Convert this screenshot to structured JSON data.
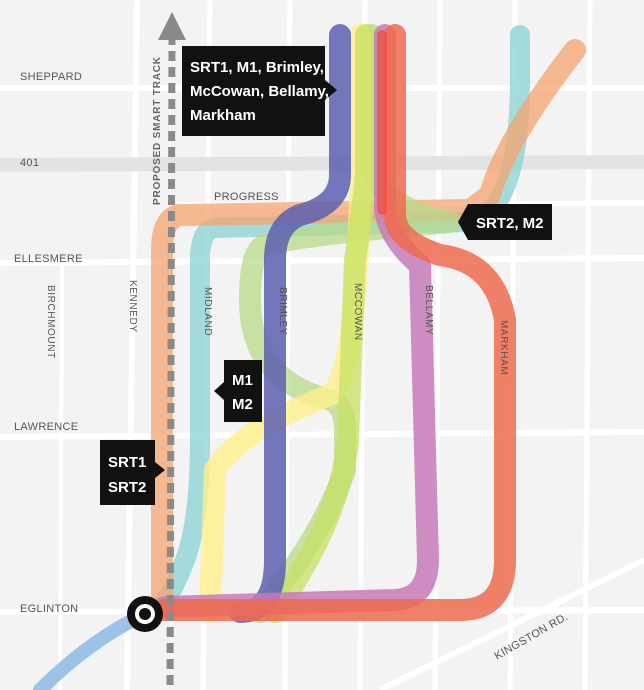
{
  "streets": {
    "sheppard": "SHEPPARD",
    "hwy401": "401",
    "progress": "PROGRESS",
    "ellesmere": "ELLESMERE",
    "lawrence": "LAWRENCE",
    "eglinton": "EGLINTON",
    "kingston": "KINGSTON RD."
  },
  "avenues": {
    "birchmount": "BIRCHMOUNT",
    "kennedy": "KENNEDY",
    "midland": "MIDLAND",
    "brimley": "BRIMLEY",
    "mccowan": "MCCOWAN",
    "bellamy": "BELLAMY",
    "markham": "MARKHAM"
  },
  "smart_track_label": "PROPOSED SMART TRACK",
  "callouts": {
    "top": [
      "SRT1, M1, Brimley,",
      "McCowan, Bellamy,",
      "Markham"
    ],
    "right": [
      "SRT2, M2"
    ],
    "mid": [
      "M1",
      "M2"
    ],
    "left": [
      "SRT1",
      "SRT2"
    ]
  },
  "colors": {
    "srt1": "#f5a36e",
    "srt2": "#8fd3d6",
    "m1": "#ffe85c",
    "m2": "#9ecf6a",
    "brimley": "#5c5fb0",
    "mccowan": "#c7e063",
    "bellamy": "#c77ab8",
    "markham": "#ee6a4e",
    "eglinton_line": "#9cc3e6"
  }
}
